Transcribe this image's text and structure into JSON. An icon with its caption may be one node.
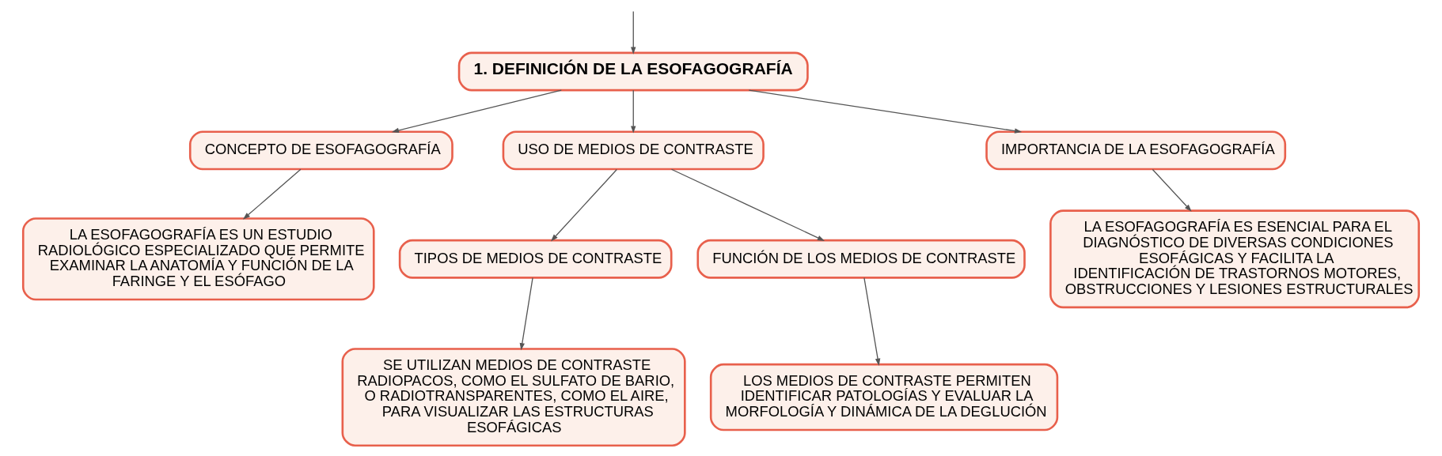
{
  "diagram": {
    "nodes": [
      {
        "text": [
          "1. DEFINICIÓN DE LA ESOFAGOGRAFÍA"
        ]
      },
      {
        "text": [
          "CONCEPTO DE ESOFAGOGRAFÍA"
        ]
      },
      {
        "text": [
          "USO DE MEDIOS DE CONTRASTE"
        ]
      },
      {
        "text": [
          "IMPORTANCIA DE LA ESOFAGOGRAFÍA"
        ]
      },
      {
        "text": [
          "LA ESOFAGOGRAFÍA ES UN ESTUDIO RADIOLÓGICO ESPECIALIZADO QUE PERMITE EXAMINAR LA ANATOMÍA Y FUNCIÓN DE LA FARINGE Y EL ESÓFAGO"
        ]
      },
      {
        "text": [
          "TIPOS DE MEDIOS DE CONTRASTE"
        ]
      },
      {
        "text": [
          "FUNCIÓN DE LOS MEDIOS DE CONTRASTE"
        ]
      },
      {
        "text": [
          "LA ESOFAGOGRAFÍA ES ESENCIAL PARA EL DIAGNÓSTICO DE DIVERSAS CONDICIONES ESOFÁGICAS Y FACILITA LA IDENTIFICACIÓN DE TRASTORNOS MOTORES, OBSTRUCCIONES Y LESIONES ESTRUCTURALES"
        ]
      },
      {
        "text": [
          "SE UTILIZAN MEDIOS DE CONTRASTE RADIOPACOS, COMO EL SULFATO DE BARIO, O RADIOTRANSPARENTES, COMO EL AIRE, PARA VISUALIZAR LAS ESTRUCTURAS ESOFÁGICAS"
        ]
      },
      {
        "text": [
          "LOS MEDIOS DE CONTRASTE PERMITEN IDENTIFICAR PATOLOGÍAS Y EVALUAR LA MORFOLOGÍA Y DINÁMICA DE LA DEGLUCIÓN"
        ]
      }
    ],
    "edges": [
      {
        "from": null,
        "to": 0,
        "arrow": "to"
      },
      {
        "from": 0,
        "to": 1,
        "arrow": "to"
      },
      {
        "from": 0,
        "to": 2,
        "arrow": "to"
      },
      {
        "from": 0,
        "to": 3,
        "arrow": "to"
      },
      {
        "from": 1,
        "to": 4,
        "arrow": "to"
      },
      {
        "from": 2,
        "to": 5,
        "arrow": "to"
      },
      {
        "from": 2,
        "to": 6,
        "arrow": "to"
      },
      {
        "from": 3,
        "to": 7,
        "arrow": "to"
      },
      {
        "from": 5,
        "to": 8,
        "arrow": "to"
      },
      {
        "from": 6,
        "to": 9,
        "arrow": "to"
      }
    ]
  }
}
